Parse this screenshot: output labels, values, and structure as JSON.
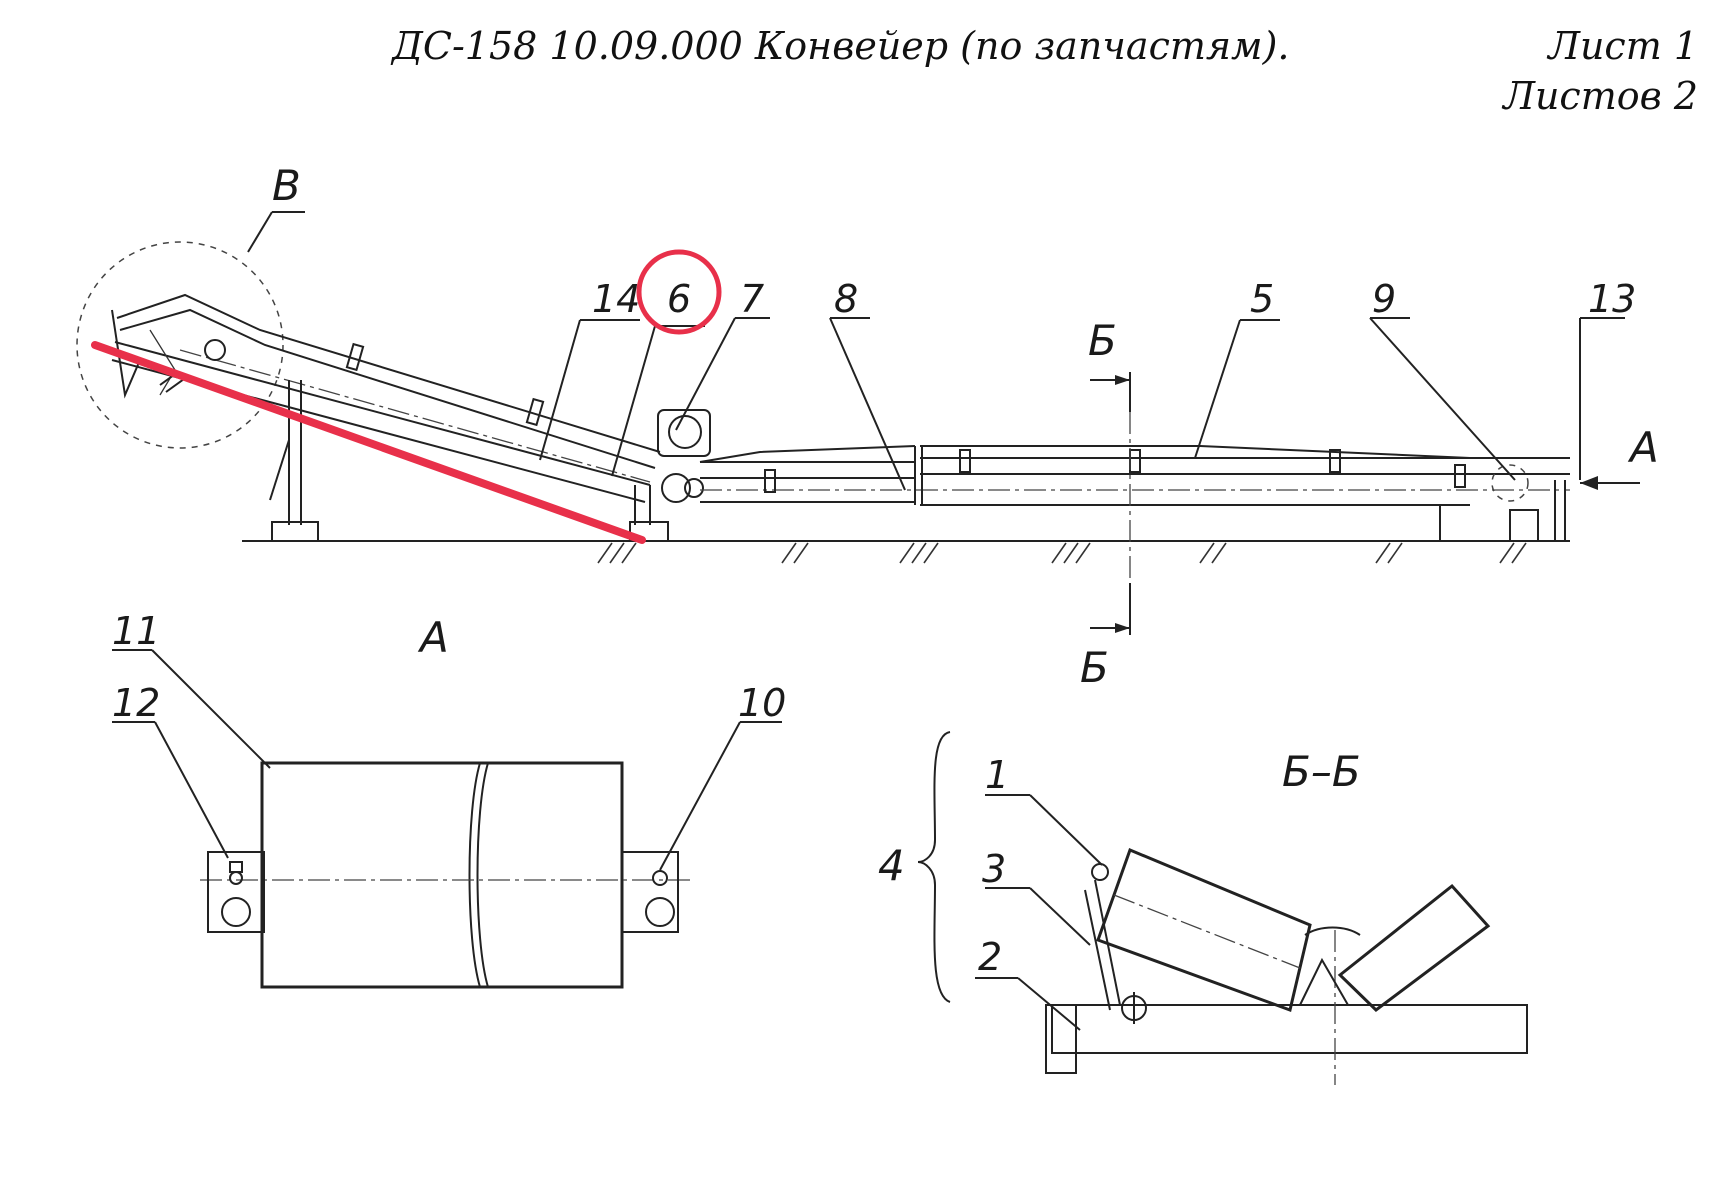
{
  "header": {
    "title": "ДС-158 10.09.000 Конвейер (по запчастям).",
    "sheet": "Лист 1",
    "sheets_total": "Листов 2"
  },
  "views": {
    "detail_v": "В",
    "view_a": "А",
    "section_mark_top": "Б",
    "section_mark_bottom": "Б",
    "section_bb": "Б–Б",
    "arrow_a": "А"
  },
  "callouts": {
    "p14": "14",
    "p6": "6",
    "p7": "7",
    "p8": "8",
    "p5": "5",
    "p9": "9",
    "p13": "13",
    "p11": "11",
    "p12": "12",
    "p10": "10",
    "p1": "1",
    "p4": "4",
    "p3": "3",
    "p2": "2"
  },
  "annotation_colors": {
    "highlight": "#e8304a"
  }
}
